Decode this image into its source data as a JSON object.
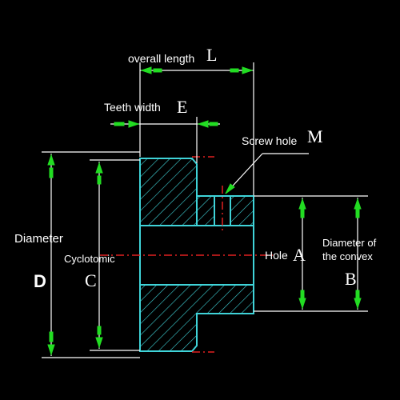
{
  "colors": {
    "background": "#000000",
    "outline": "#3fd3d8",
    "dimension": "#ffffff",
    "arrow": "#22dd22",
    "center_line": "#e02020",
    "text": "#ffffff"
  },
  "labels": {
    "overall_length": "overall length",
    "L": "L",
    "teeth_width": "Teeth width",
    "E": "E",
    "screw_hole": "Screw hole",
    "M": "M",
    "diameter": "Diameter",
    "D": "D",
    "cyclotomic": "Cyclotomic",
    "C": "C",
    "hole": "Hole",
    "A": "A",
    "diameter_of_the_convex_1": "Diameter of",
    "diameter_of_the_convex_2": "the convex",
    "B": "B"
  }
}
